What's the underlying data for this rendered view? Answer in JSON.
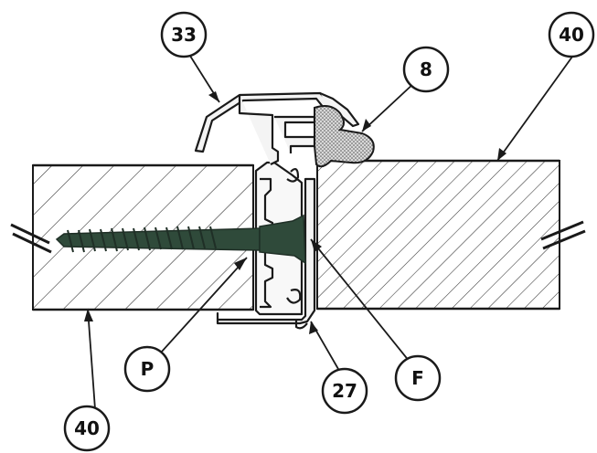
{
  "diagram": {
    "labels": {
      "profile_cap": "33",
      "gasket": "8",
      "panel_right": "40",
      "panel_left": "40",
      "point_p": "P",
      "point_f": "F",
      "base_profile": "27"
    },
    "colors": {
      "line": "#1a1a1a",
      "hatch": "#333333",
      "screw": "#2f4a3a",
      "gasket_fill": "#bfbfbf",
      "background": "#ffffff"
    }
  }
}
